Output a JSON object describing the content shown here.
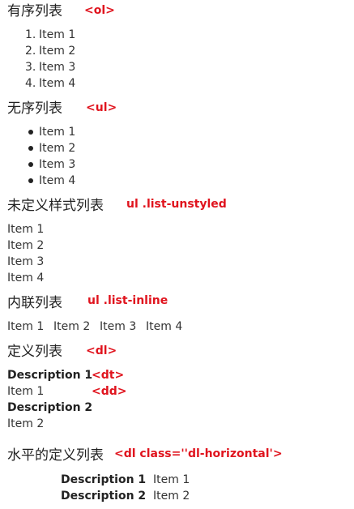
{
  "ordered": {
    "heading": "有序列表",
    "tag": "<ol>",
    "items": [
      "Item 1",
      "Item 2",
      "Item 3",
      "Item 4"
    ],
    "numbers": [
      "1.",
      "2.",
      "3.",
      "4."
    ]
  },
  "unordered": {
    "heading": "无序列表",
    "tag": "<ul>",
    "items": [
      "Item 1",
      "Item 2",
      "Item 3",
      "Item 4"
    ]
  },
  "unstyled": {
    "heading": "未定义样式列表",
    "tag": "ul .list-unstyled",
    "items": [
      "Item 1",
      "Item 2",
      "Item 3",
      "Item 4"
    ]
  },
  "inline": {
    "heading": "内联列表",
    "tag": "ul .list-inline",
    "items": [
      "Item 1",
      "Item 2",
      "Item 3",
      "Item 4"
    ]
  },
  "definition": {
    "heading": "定义列表",
    "tag": "<dl>",
    "dt_tag": "<dt>",
    "dd_tag": "<dd>",
    "entries": [
      {
        "term": "Description 1",
        "desc": "Item 1"
      },
      {
        "term": "Description 2",
        "desc": "Item 2"
      }
    ]
  },
  "horizontal": {
    "heading": "水平的定义列表",
    "tag": "<dl class=''dl-horizontal'>",
    "entries": [
      {
        "term": "Description 1",
        "desc": "Item 1"
      },
      {
        "term": "Description 2",
        "desc": "Item 2"
      }
    ]
  }
}
